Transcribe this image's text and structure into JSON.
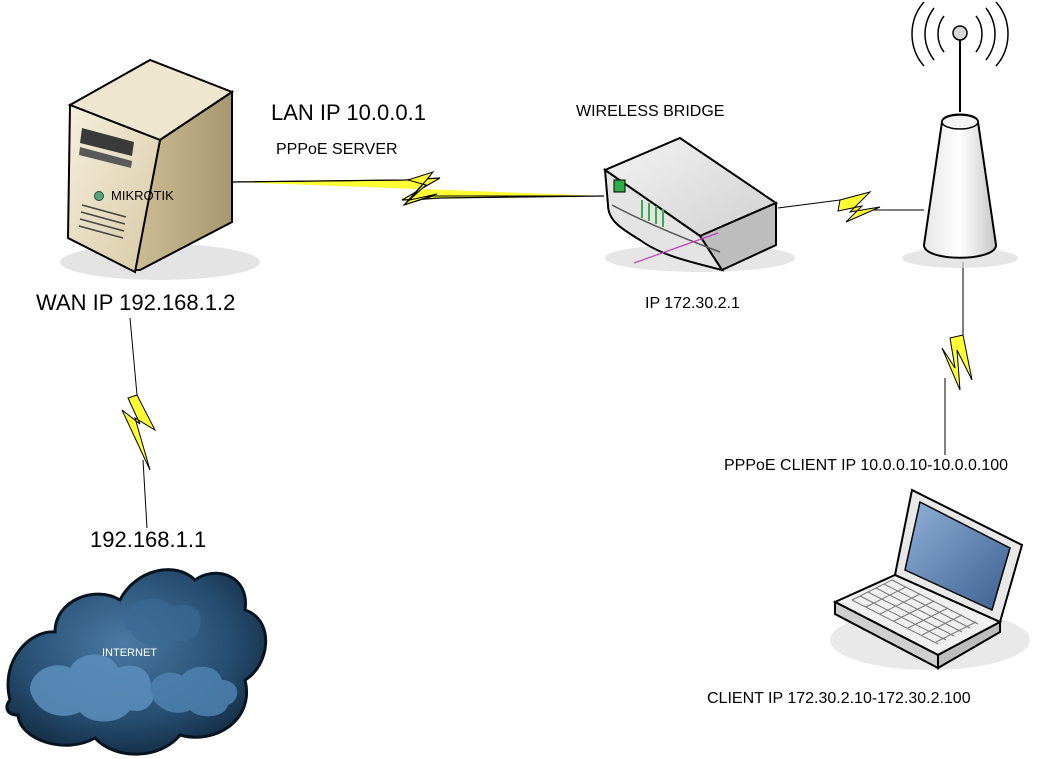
{
  "server": {
    "label": "MIKROTIK",
    "lan_ip": "LAN IP 10.0.0.1",
    "role": "PPPoE SERVER",
    "wan_ip": "WAN IP 192.168.1.2"
  },
  "gateway": {
    "ip": "192.168.1.1"
  },
  "internet": {
    "label": "INTERNET"
  },
  "bridge": {
    "title": "WIRELESS BRIDGE",
    "ip": "IP 172.30.2.1"
  },
  "client": {
    "pppoe_ip": "PPPoE CLIENT IP 10.0.0.10-10.0.0.100",
    "client_ip": "CLIENT IP 172.30.2.10-172.30.2.100"
  },
  "colors": {
    "bolt": "#ffff33",
    "line": "#000000",
    "server_body": "#e8dcc0",
    "cloud": "#2f5f86",
    "laptop_screen": "#5b7fb0"
  }
}
